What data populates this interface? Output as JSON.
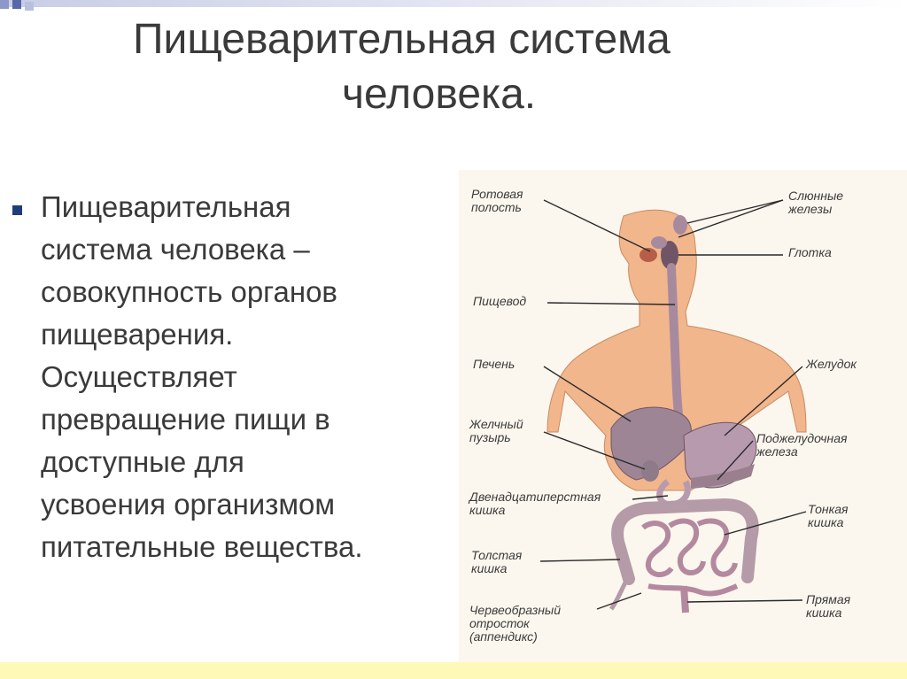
{
  "title": {
    "line1": "Пищеварительная система",
    "line2": "человека."
  },
  "bullet": {
    "lines": [
      "Пищеварительная",
      "система человека –",
      "совокупность органов",
      "пищеварения.",
      "Осуществляет",
      "превращение пищи в",
      "доступные для",
      "усвоения организмом",
      "питательные вещества."
    ]
  },
  "diagram": {
    "labels": {
      "mouth": [
        "Ротовая",
        "полость"
      ],
      "salivary": [
        "Слюнные",
        "железы"
      ],
      "pharynx": [
        "Глотка"
      ],
      "esophagus": [
        "Пищевод"
      ],
      "liver": [
        "Печень"
      ],
      "stomach": [
        "Желудок"
      ],
      "gallbladder": [
        "Желчный",
        "пузырь"
      ],
      "pancreas": [
        "Поджелудочная",
        "железа"
      ],
      "duodenum": [
        "Двенадцатиперстная",
        "кишка"
      ],
      "small_intestine": [
        "Тонкая",
        "кишка"
      ],
      "large_intestine": [
        "Толстая",
        "кишка"
      ],
      "appendix": [
        "Червеобразный",
        "отросток",
        "(аппендикс)"
      ],
      "rectum": [
        "Прямая",
        "кишка"
      ]
    }
  },
  "colors": {
    "body": "#f2b68c",
    "organ": "#a88a9e",
    "bullet": "#1f3d7a",
    "bottom_bar": "#fff9b8"
  }
}
